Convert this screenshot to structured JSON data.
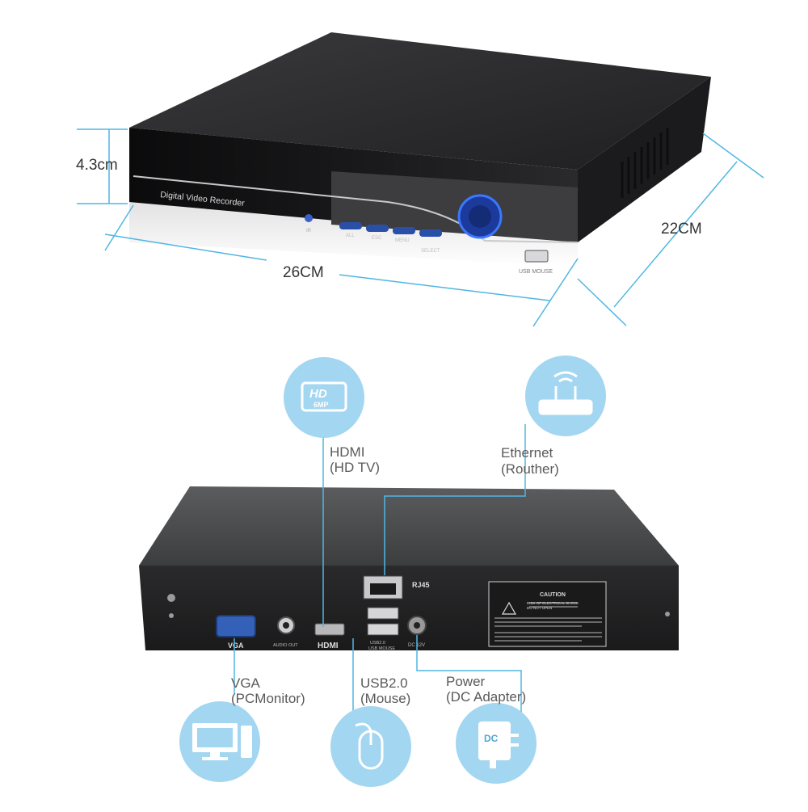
{
  "top_device": {
    "front_label": "Digital  Video Recorder",
    "ir_label": "IR",
    "buttons": [
      "ALL",
      "ESC",
      "MENU",
      "SELECT"
    ],
    "usb_label": "USB MOUSE"
  },
  "dimensions": {
    "height": "4.3cm",
    "width": "26CM",
    "depth": "22CM"
  },
  "rear_panel": {
    "rj45": "RJ45",
    "vga": "VGA",
    "audio_out": "AUDIO OUT",
    "hdmi": "HDMI",
    "usb": "USB2.0",
    "usb_mouse": "USB MOUSE",
    "dc": "DC 12V",
    "caution_title": "CAUTION",
    "caution_sub": "RISK OF ELECTRICAL SHOCK\nDO NOT OPEN"
  },
  "callouts": {
    "hdmi": {
      "line1": "HDMI",
      "line2": "(HD TV)",
      "badge_top": "HD",
      "badge_bottom": "6MP"
    },
    "ethernet": {
      "line1": "Ethernet",
      "line2": "(Routher)"
    },
    "vga": {
      "line1": "VGA",
      "line2": "(PCMonitor)"
    },
    "usb": {
      "line1": "USB2.0",
      "line2": "(Mouse)"
    },
    "power": {
      "line1": "Power",
      "line2": "(DC Adapter)",
      "badge": "DC"
    }
  },
  "colors": {
    "callout_circle": "#a3d6f0",
    "callout_line": "#4fb6e3",
    "device_body": "#2b2b2d",
    "accent_blue": "#3a78ff"
  }
}
